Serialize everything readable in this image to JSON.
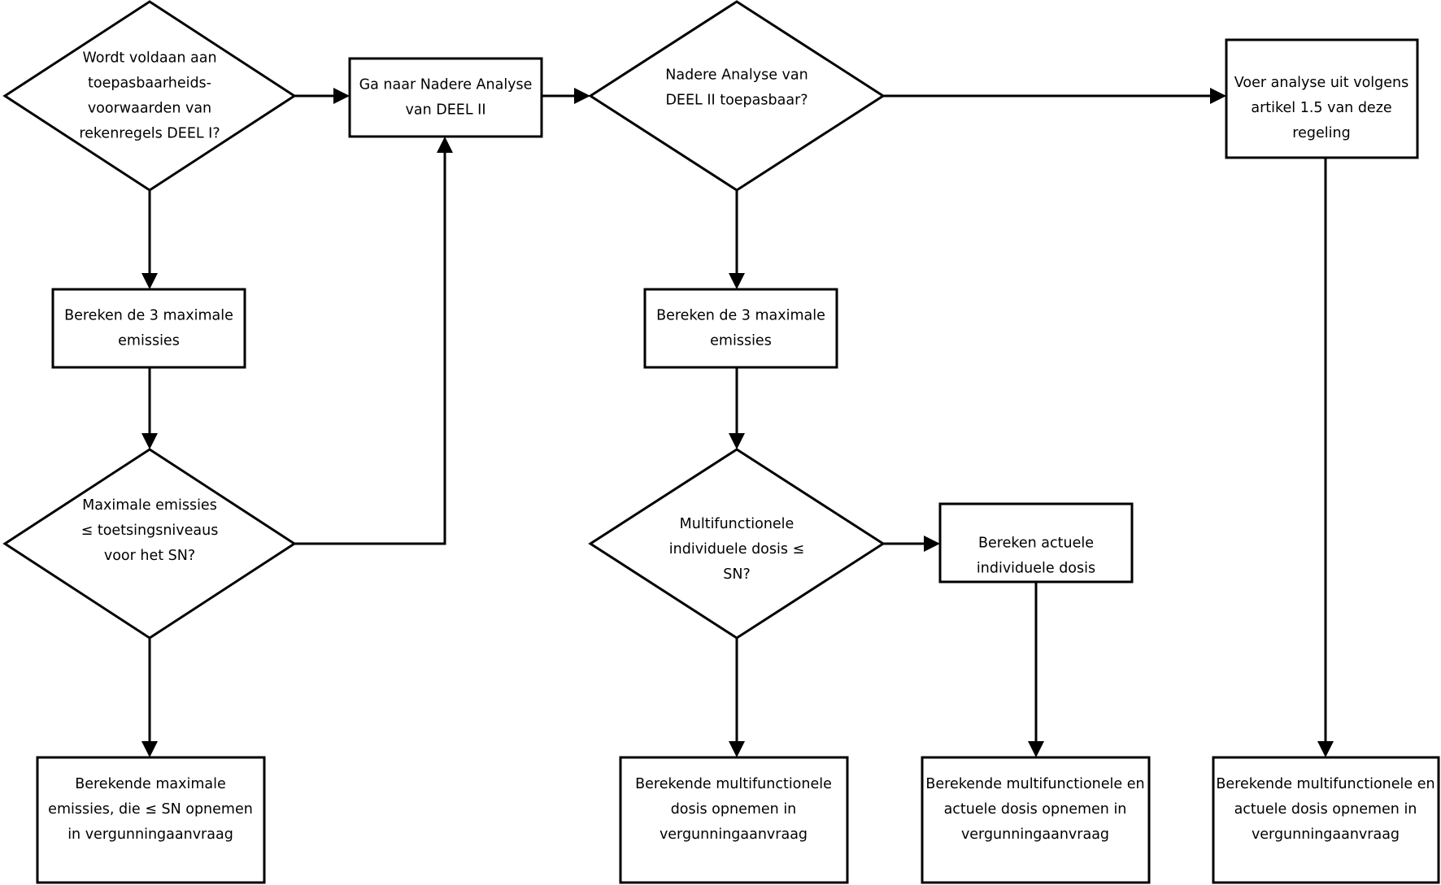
{
  "diagram": {
    "nodes": [
      {
        "id": "q1",
        "shape": "decision",
        "lines": [
          "Wordt voldaan aan",
          "toepasbaarheids-",
          "voorwaarden van",
          "rekenregels DEEL I?"
        ]
      },
      {
        "id": "p_goto2",
        "shape": "process",
        "lines": [
          "Ga naar Nadere Analyse",
          "van DEEL II"
        ]
      },
      {
        "id": "q2",
        "shape": "decision",
        "lines": [
          "Nadere Analyse van",
          "DEEL II toepasbaar?"
        ]
      },
      {
        "id": "p_art15",
        "shape": "process",
        "lines": [
          "Voer analyse uit volgens",
          "artikel 1.5 van deze",
          "regeling"
        ]
      },
      {
        "id": "p_calc1",
        "shape": "process",
        "lines": [
          "Bereken de 3 maximale",
          "emissies"
        ]
      },
      {
        "id": "p_calc2",
        "shape": "process",
        "lines": [
          "Bereken de 3 maximale",
          "emissies"
        ]
      },
      {
        "id": "q3",
        "shape": "decision",
        "lines": [
          "Maximale emissies",
          "≤ toetsingsniveaus",
          "voor het SN?"
        ]
      },
      {
        "id": "q4",
        "shape": "decision",
        "lines": [
          "Multifunctionele",
          "individuele dosis ≤",
          "SN?"
        ]
      },
      {
        "id": "p_actual",
        "shape": "process",
        "lines": [
          "Bereken actuele",
          "individuele dosis"
        ]
      },
      {
        "id": "r1",
        "shape": "process",
        "lines": [
          "Berekende maximale",
          "emissies, die ≤ SN opnemen",
          "in vergunningaanvraag"
        ]
      },
      {
        "id": "r2",
        "shape": "process",
        "lines": [
          "Berekende multifunctionele",
          "dosis opnemen in",
          "vergunningaanvraag"
        ]
      },
      {
        "id": "r3",
        "shape": "process",
        "lines": [
          "Berekende multifunctionele en",
          "actuele dosis opnemen in",
          "vergunningaanvraag"
        ]
      },
      {
        "id": "r4",
        "shape": "process",
        "lines": [
          "Berekende multifunctionele en",
          "actuele dosis opnemen in",
          "vergunningaanvraag"
        ]
      }
    ],
    "edges": [
      {
        "from": "q1",
        "to": "p_goto2"
      },
      {
        "from": "p_goto2",
        "to": "q2"
      },
      {
        "from": "q2",
        "to": "p_art15"
      },
      {
        "from": "q1",
        "to": "p_calc1"
      },
      {
        "from": "p_calc1",
        "to": "q3"
      },
      {
        "from": "q3",
        "to": "p_goto2"
      },
      {
        "from": "q3",
        "to": "r1"
      },
      {
        "from": "q2",
        "to": "p_calc2"
      },
      {
        "from": "p_calc2",
        "to": "q4"
      },
      {
        "from": "q4",
        "to": "p_actual"
      },
      {
        "from": "q4",
        "to": "r2"
      },
      {
        "from": "p_actual",
        "to": "r3"
      },
      {
        "from": "p_art15",
        "to": "r4"
      }
    ]
  }
}
